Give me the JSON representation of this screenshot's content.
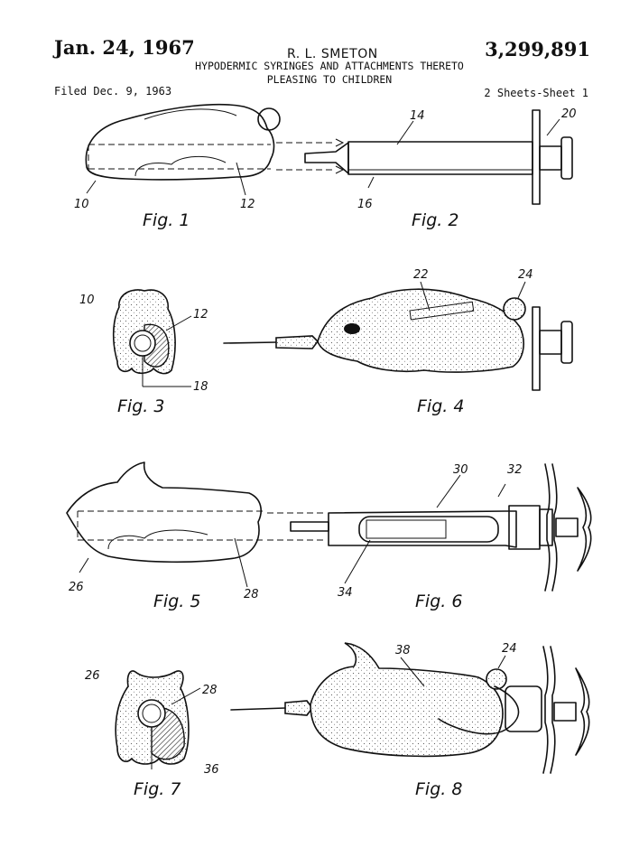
{
  "header": {
    "date": "Jan. 24, 1967",
    "inventor": "R. L. SMETON",
    "patent_number": "3,299,891",
    "title_line1": "HYPODERMIC SYRINGES AND ATTACHMENTS THERETO",
    "title_line2": "PLEASING TO CHILDREN",
    "filed": "Filed Dec. 9, 1963",
    "sheets": "2 Sheets-Sheet 1"
  },
  "figures": {
    "fig1": "Fig. 1",
    "fig2": "Fig. 2",
    "fig3": "Fig. 3",
    "fig4": "Fig. 4",
    "fig5": "Fig. 5",
    "fig6": "Fig. 6",
    "fig7": "Fig. 7",
    "fig8": "Fig. 8"
  },
  "refs": {
    "r10a": "10",
    "r12a": "12",
    "r14": "14",
    "r16": "16",
    "r20": "20",
    "r10b": "10",
    "r12b": "12",
    "r18": "18",
    "r22": "22",
    "r24a": "24",
    "r26a": "26",
    "r28a": "28",
    "r30": "30",
    "r32": "32",
    "r34": "34",
    "r26b": "26",
    "r28b": "28",
    "r36": "36",
    "r38": "38",
    "r24b": "24"
  }
}
